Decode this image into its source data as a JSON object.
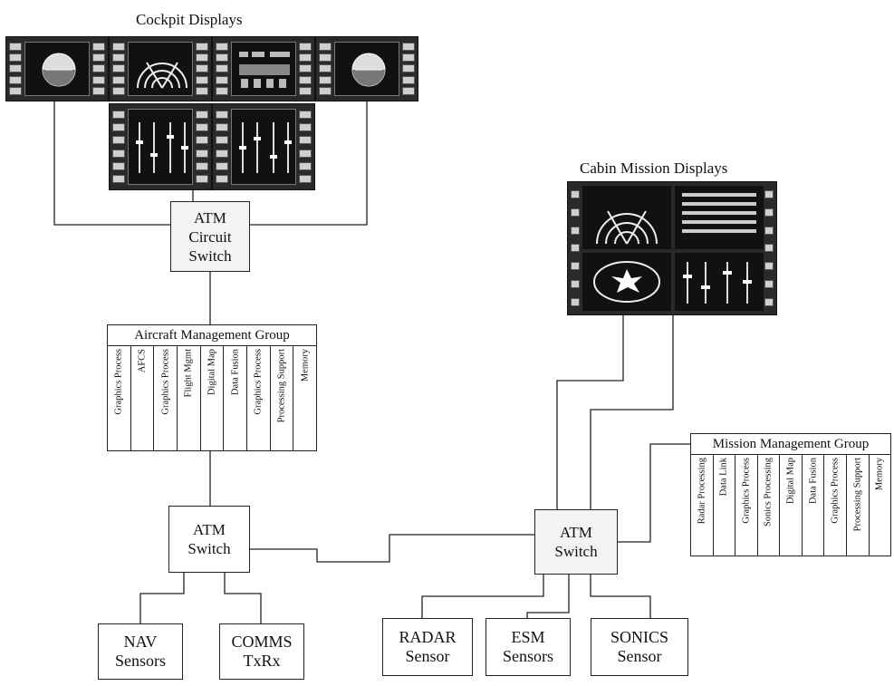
{
  "cockpit": {
    "title": "Cockpit Displays",
    "displays": [
      "attitude",
      "radar",
      "engine",
      "attitude",
      "bars",
      "bars"
    ]
  },
  "cabin": {
    "title": "Cabin Mission Displays"
  },
  "atm_circuit_switch": {
    "label": "ATM\nCircuit\nSwitch"
  },
  "aircraft_group": {
    "title": "Aircraft Management Group",
    "modules": [
      "Graphics Process",
      "AFCS",
      "Graphics Process",
      "Flight Mgmt",
      "Digital Map",
      "Data Fusion",
      "Graphics Process",
      "Processing Support",
      "Memory"
    ]
  },
  "mission_group": {
    "title": "Mission Management Group",
    "modules": [
      "Radar Processing",
      "Data Link",
      "Graphics Process",
      "Sonics Processing",
      "Digital Map",
      "Data Fusion",
      "Graphics Process",
      "Processing Support",
      "Memory"
    ]
  },
  "atm_switch_left": {
    "label": "ATM\nSwitch"
  },
  "atm_switch_right": {
    "label": "ATM\nSwitch"
  },
  "nav": {
    "label": "NAV\nSensors"
  },
  "comms": {
    "label": "COMMS\nTxRx"
  },
  "radar": {
    "label": "RADAR\nSensor"
  },
  "esm": {
    "label": "ESM\nSensors"
  },
  "sonics": {
    "label": "SONICS\nSensor"
  }
}
